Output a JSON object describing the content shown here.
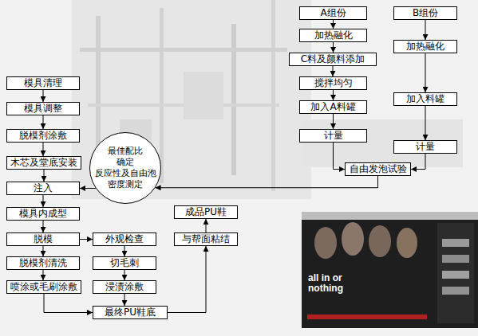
{
  "diagram": {
    "nodes": [
      {
        "text": [
          "A组份"
        ]
      },
      {
        "text": [
          "B组份"
        ]
      },
      {
        "text": [
          "加热融化"
        ]
      },
      {
        "text": [
          "加热融化"
        ]
      },
      {
        "text": [
          "C料及颜料添加"
        ]
      },
      {
        "text": [
          "搅拌均匀"
        ]
      },
      {
        "text": [
          "加入A料罐"
        ]
      },
      {
        "text": [
          "加入料罐"
        ]
      },
      {
        "text": [
          "计量"
        ]
      },
      {
        "text": [
          "计量"
        ]
      },
      {
        "text": [
          "自由发泡试验"
        ]
      },
      {
        "text": [
          "最佳配比 确定 反应性及自由泡 密度测定"
        ]
      },
      {
        "text": [
          "模具清理"
        ]
      },
      {
        "text": [
          "模具调整"
        ]
      },
      {
        "text": [
          "脱模剂涂敷"
        ]
      },
      {
        "text": [
          "木芯及堂底安装"
        ]
      },
      {
        "text": [
          "注入"
        ]
      },
      {
        "text": [
          "模具内成型"
        ]
      },
      {
        "text": [
          "脱模"
        ]
      },
      {
        "text": [
          "脱模剂清洗"
        ]
      },
      {
        "text": [
          "喷涂或毛刷涂敷"
        ]
      },
      {
        "text": [
          "外观检查"
        ]
      },
      {
        "text": [
          "切毛刺"
        ]
      },
      {
        "text": [
          "浸渍涂敷"
        ]
      },
      {
        "text": [
          "最终PU鞋底"
        ]
      },
      {
        "text": [
          "成品PU鞋"
        ]
      },
      {
        "text": [
          "与帮面粘结"
        ]
      }
    ],
    "edges": [
      {
        "from": 0,
        "to": 2,
        "arrow": "to"
      },
      {
        "from": 2,
        "to": 4,
        "arrow": "to"
      },
      {
        "from": 4,
        "to": 5,
        "arrow": "to"
      },
      {
        "from": 5,
        "to": 6,
        "arrow": "to"
      },
      {
        "from": 6,
        "to": 8,
        "arrow": "to"
      },
      {
        "from": 8,
        "to": 10,
        "arrow": "to"
      },
      {
        "from": 1,
        "to": 3,
        "arrow": "to"
      },
      {
        "from": 3,
        "to": 7,
        "arrow": "to"
      },
      {
        "from": 7,
        "to": 9,
        "arrow": "to"
      },
      {
        "from": 9,
        "to": 10,
        "arrow": "to"
      },
      {
        "from": 10,
        "to": 11,
        "arrow": "to"
      },
      {
        "from": 11,
        "to": 16,
        "arrow": "to"
      },
      {
        "from": 12,
        "to": 13,
        "arrow": "to"
      },
      {
        "from": 13,
        "to": 14,
        "arrow": "to"
      },
      {
        "from": 14,
        "to": 15,
        "arrow": "to"
      },
      {
        "from": 15,
        "to": 16,
        "arrow": "to"
      },
      {
        "from": 16,
        "to": 17,
        "arrow": "to"
      },
      {
        "from": 17,
        "to": 18,
        "arrow": "to"
      },
      {
        "from": 18,
        "to": 19,
        "arrow": "to"
      },
      {
        "from": 19,
        "to": 20,
        "arrow": "to"
      },
      {
        "from": 20,
        "to": 24,
        "arrow": "to"
      },
      {
        "from": 18,
        "to": 21,
        "arrow": "to"
      },
      {
        "from": 21,
        "to": 22,
        "arrow": "to"
      },
      {
        "from": 22,
        "to": 23,
        "arrow": "to"
      },
      {
        "from": 23,
        "to": 24,
        "arrow": "to"
      },
      {
        "from": 24,
        "to": 26,
        "arrow": "to"
      },
      {
        "from": 26,
        "to": 25,
        "arrow": "to"
      }
    ],
    "labels": [
      "all in or nothing"
    ]
  }
}
